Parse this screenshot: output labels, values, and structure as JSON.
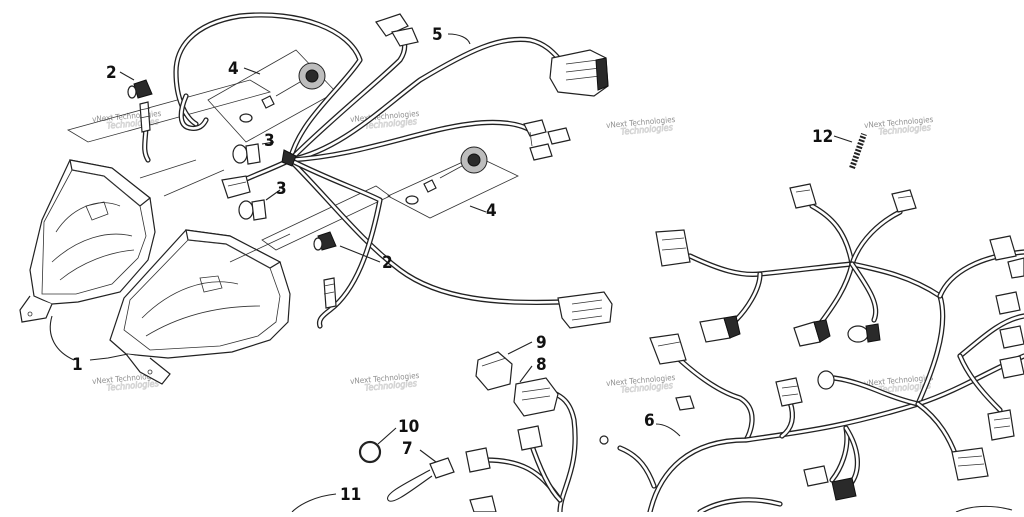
{
  "callouts": {
    "c1": "1",
    "c2a": "2",
    "c2b": "2",
    "c3a": "3",
    "c3b": "3",
    "c4a": "4",
    "c4b": "4",
    "c5": "5",
    "c6": "6",
    "c7": "7",
    "c8": "8",
    "c9": "9",
    "c10": "10",
    "c11": "11",
    "c12": "12"
  },
  "watermark": {
    "line1": "vNext Technologies",
    "line2": "Technologies"
  }
}
